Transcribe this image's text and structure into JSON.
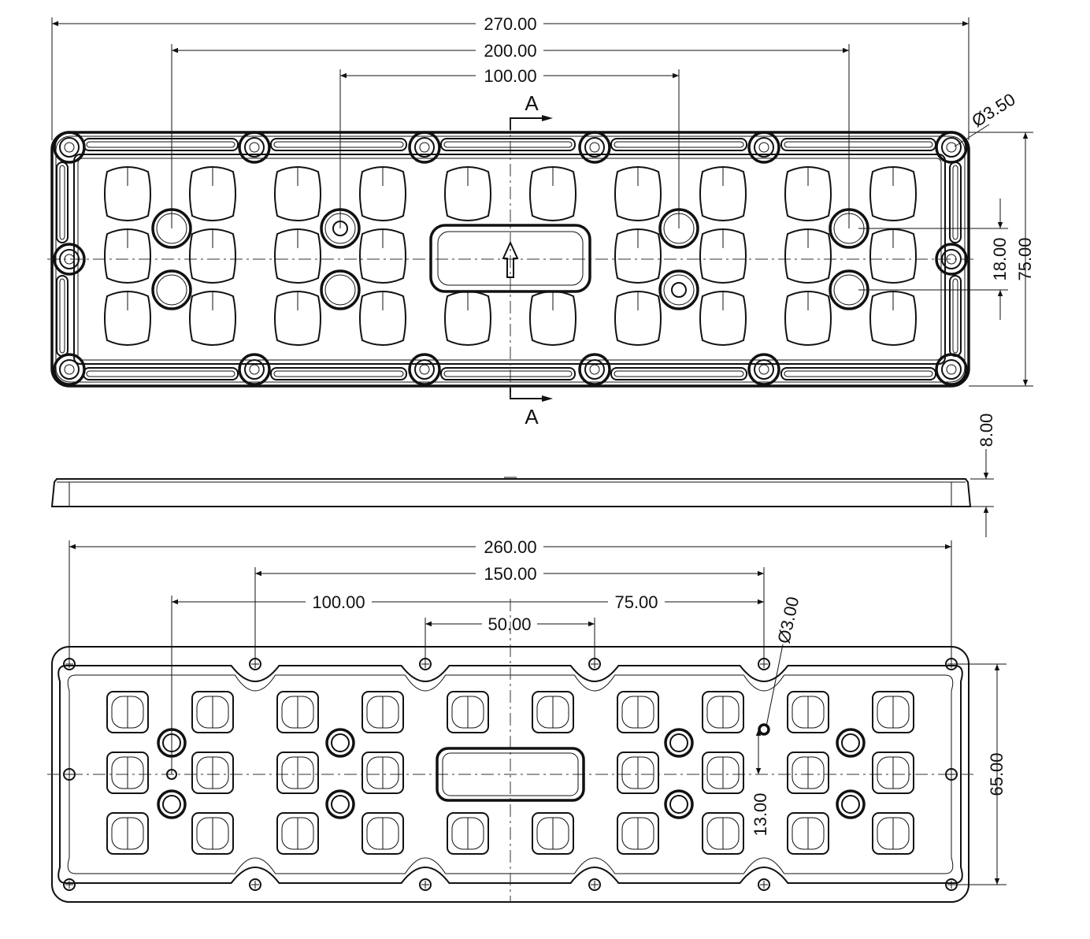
{
  "top_view": {
    "section_label_top": "A",
    "section_label_bottom": "A",
    "dims": {
      "overall_length": "270.00",
      "hole_spacing_outer": "200.00",
      "hole_spacing_inner": "100.00",
      "hole_diameter": "Ø3.50",
      "small_vertical": "18.00",
      "overall_width": "75.00"
    }
  },
  "side_view": {
    "dims": {
      "thickness": "8.00"
    }
  },
  "bottom_view": {
    "dims": {
      "overall_length": "260.00",
      "spacing_150": "150.00",
      "spacing_100": "100.00",
      "spacing_75": "75.00",
      "spacing_50": "50.00",
      "hole_diameter": "Ø3.00",
      "offset_13": "13.00",
      "overall_width": "65.00"
    }
  }
}
